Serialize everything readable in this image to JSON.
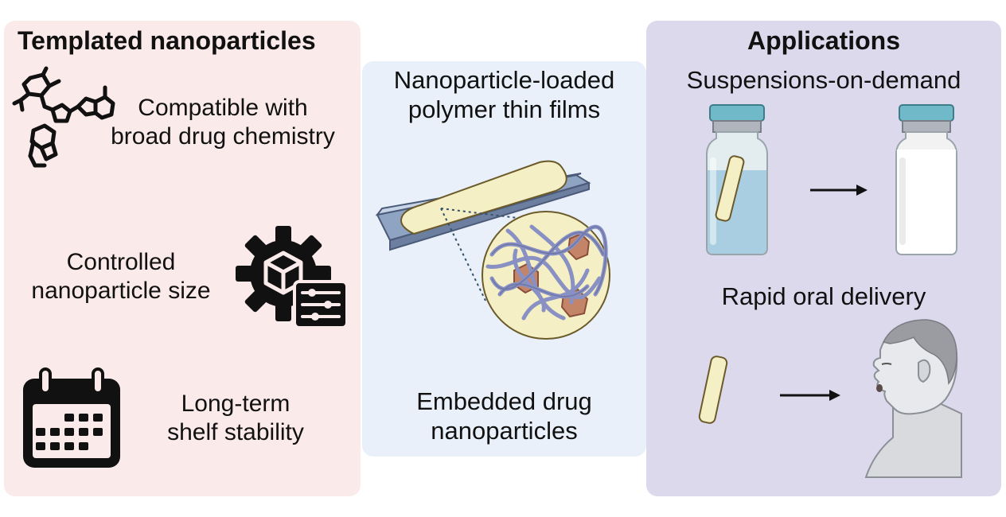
{
  "left": {
    "title": "Templated nanoparticles",
    "features": [
      {
        "text_line1": "Compatible with",
        "text_line2": "broad drug chemistry",
        "icon": "molecule-structure-icon"
      },
      {
        "text_line1": "Controlled",
        "text_line2": "nanoparticle size",
        "icon": "gear-settings-icon"
      },
      {
        "text_line1": "Long-term",
        "text_line2": "shelf stability",
        "icon": "calendar-icon"
      }
    ]
  },
  "middle": {
    "title_line1": "Nanoparticle-loaded",
    "title_line2": "polymer thin films",
    "caption_line1": "Embedded drug",
    "caption_line2": "nanoparticles"
  },
  "right": {
    "title": "Applications",
    "app1": "Suspensions-on-demand",
    "app2": "Rapid oral delivery"
  },
  "colors": {
    "left_panel": "#fbeaea",
    "middle_panel": "#e9f0f9",
    "right_panel": "#ddd9ed",
    "film": "#f4efc4",
    "polymer": "#8890c4",
    "nanoparticle": "#c48468",
    "vial_cap": "#6fb9c8"
  }
}
